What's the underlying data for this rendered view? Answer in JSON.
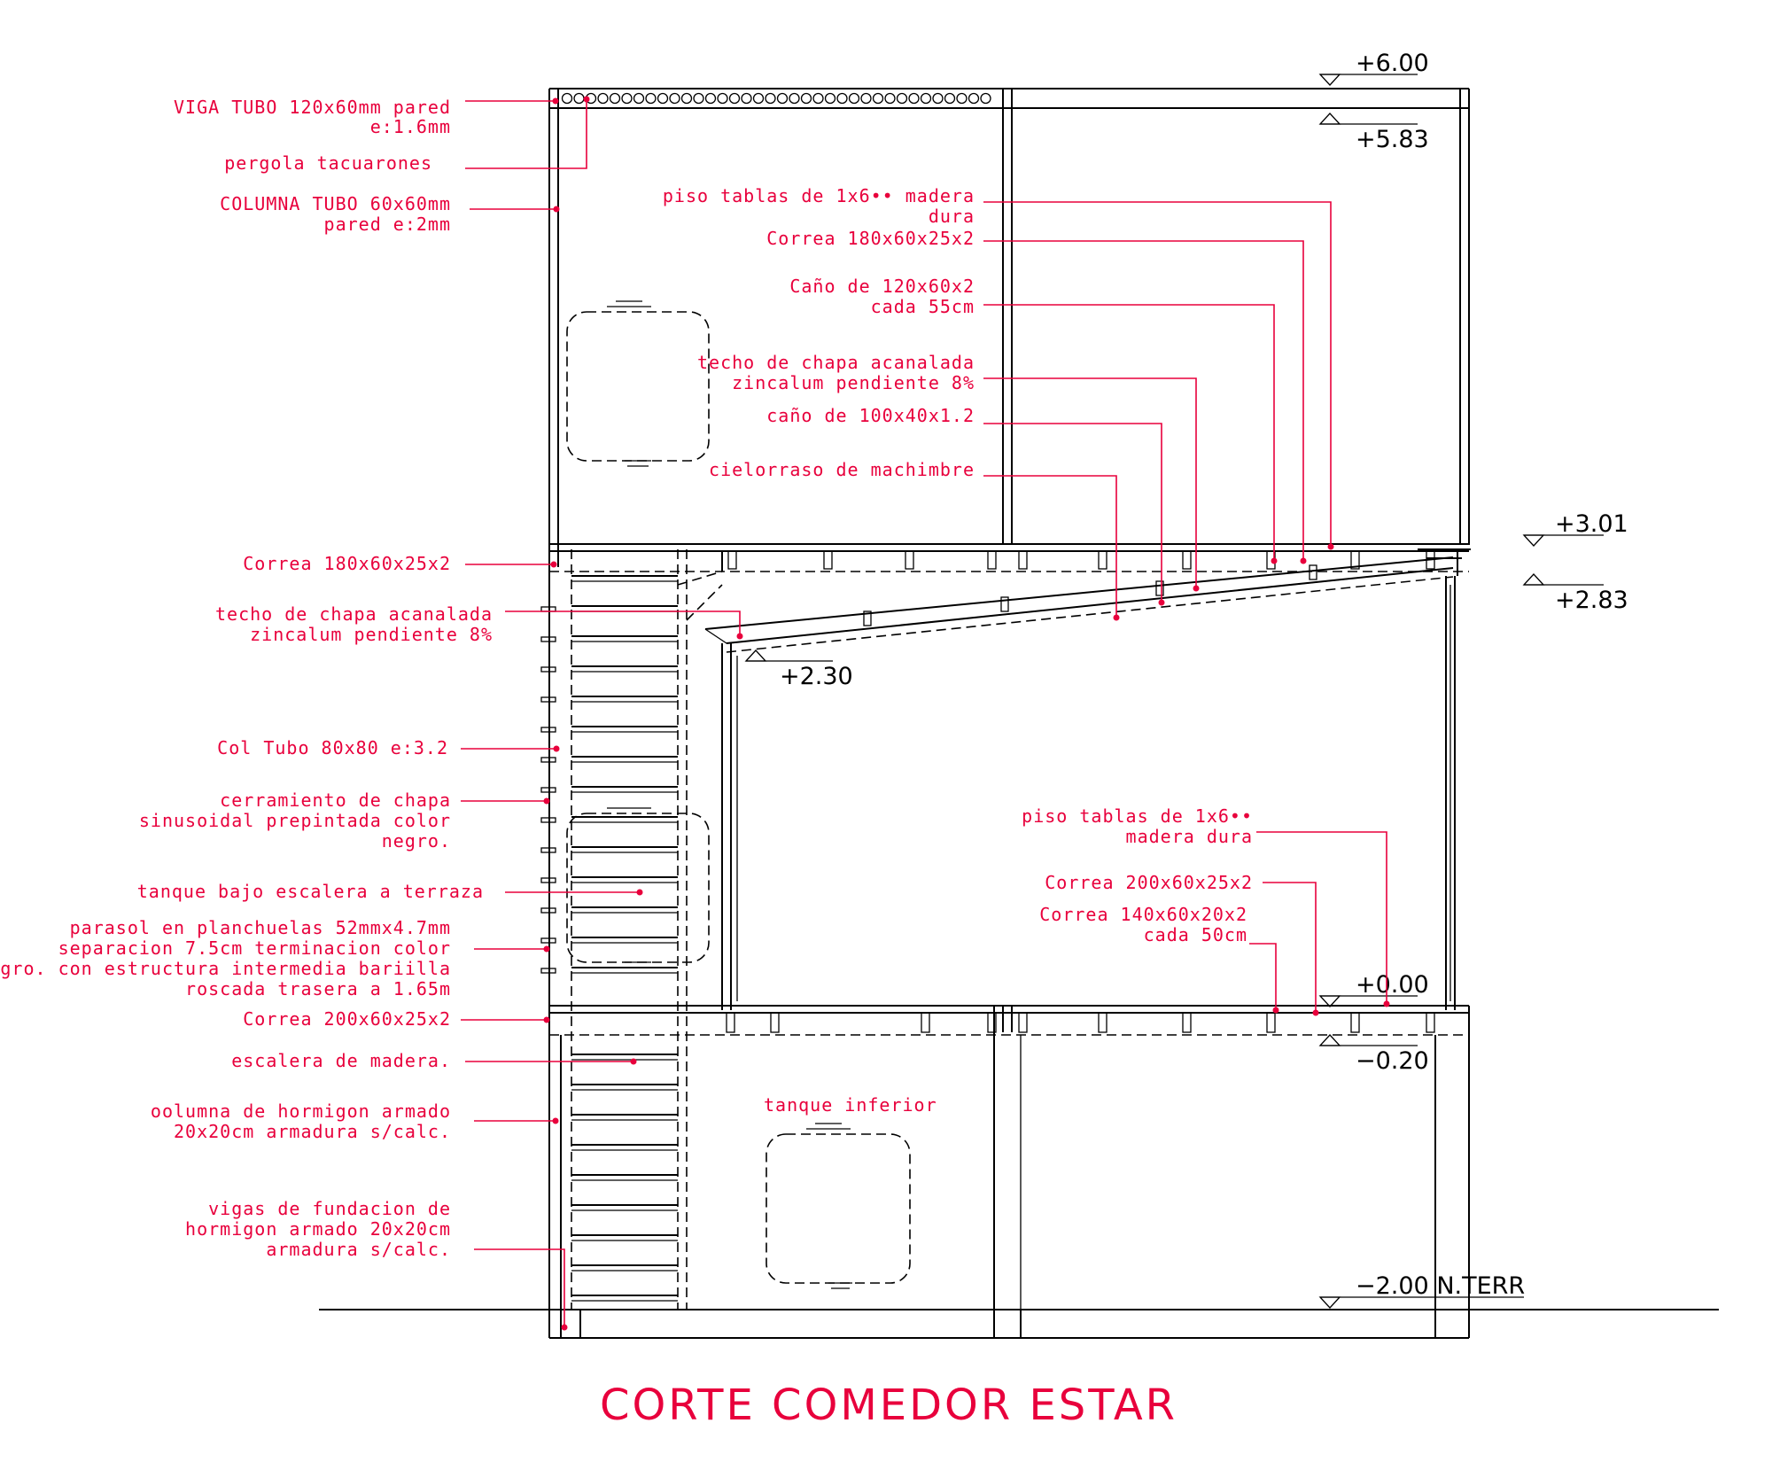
{
  "title": "CORTE COMEDOR ESTAR",
  "levels": {
    "l600": "+6.00",
    "l583": "+5.83",
    "l301": "+3.01",
    "l283": "+2.83",
    "l230": "+2.30",
    "l000": "+0.00",
    "lm020": "−0.20",
    "lm200": "−2.00 N.TERR"
  },
  "notes_left": {
    "viga_1": "VIGA TUBO 120x60mm pared",
    "viga_2": "e:1.6mm",
    "pergola": "pergola tacuarones",
    "columna_1": "COLUMNA TUBO 60x60mm",
    "columna_2": "pared e:2mm",
    "correa_180": "Correa 180x60x25x2",
    "techo_1": "techo de chapa acanalada",
    "techo_2": "zincalum pendiente 8%",
    "col_tubo": "Col Tubo 80x80 e:3.2",
    "cerr_1": "cerramiento de chapa",
    "cerr_2": "sinusoidal prepintada color",
    "cerr_3": "negro.",
    "tanque_bajo": "tanque bajo escalera a terraza",
    "parasol_1": "parasol en planchuelas 52mmx4.7mm",
    "parasol_2": "separacion 7.5cm terminacion color",
    "parasol_3": "negro. con estructura intermedia bariilla",
    "parasol_4": "roscada trasera a 1.65m",
    "correa_200": "Correa 200x60x25x2",
    "escalera": "escalera de madera.",
    "colhorm_1": "oolumna de hormigon armado",
    "colhorm_2": "20x20cm armadura s/calc.",
    "vigas_1": "vigas de fundacion de",
    "vigas_2": "hormigon armado 20x20cm",
    "vigas_3": "armadura s/calc."
  },
  "notes_right": {
    "piso_1": "piso tablas de 1x6•• madera",
    "piso_2": "dura",
    "correa_180": "Correa 180x60x25x2",
    "cano_1": "Caño de 120x60x2",
    "cano_2": "cada 55cm",
    "techo_1": "techo de chapa acanalada",
    "techo_2": "zincalum pendiente 8%",
    "cano100": "caño de 100x40x1.2",
    "cielo": "cielorraso de machimbre",
    "piso_b1": "piso tablas de 1x6••",
    "piso_b2": "madera dura",
    "correa_200": "Correa 200x60x25x2",
    "correa_140_1": "Correa 140x60x20x2",
    "correa_140_2": "cada 50cm"
  },
  "tanque_inferior": "tanque inferior",
  "colors": {
    "annotation": "#e8003c",
    "linework": "#000000",
    "background": "#ffffff"
  }
}
